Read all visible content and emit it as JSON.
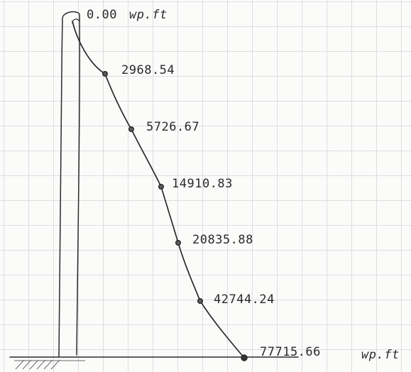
{
  "diagram": {
    "top_label": "0.00",
    "top_unit": "wp.ft",
    "bottom_unit": "wp.ft",
    "points": [
      {
        "label": "2968.54"
      },
      {
        "label": "5726.67"
      },
      {
        "label": "14910.83"
      },
      {
        "label": "20835.88"
      },
      {
        "label": "42744.24"
      },
      {
        "label": "77715.66"
      }
    ]
  }
}
